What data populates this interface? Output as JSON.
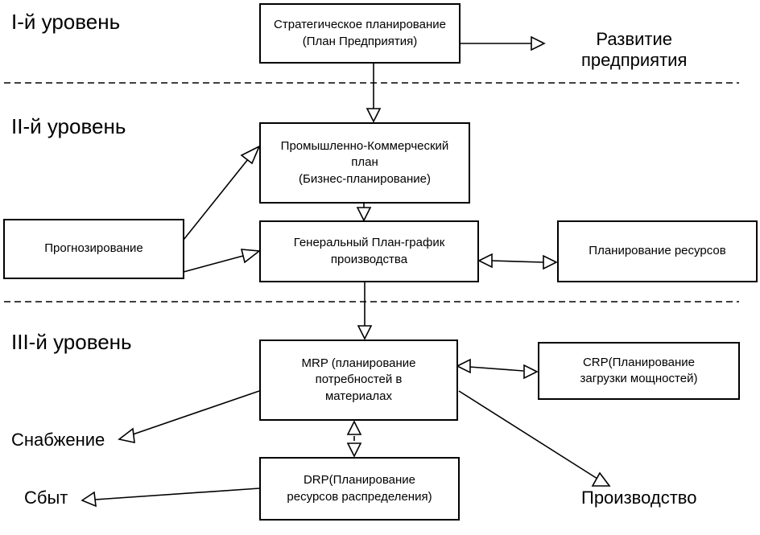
{
  "levels": {
    "level1": "I-й уровень",
    "level2": "II-й уровень",
    "level3": "III-й уровень"
  },
  "boxes": {
    "strategic": "Стратегическое планирование\n(План Предприятия)",
    "commercial": "Промышленно-Коммерческий\nплан\n(Бизнес-планирование)",
    "forecasting": "Прогнозирование",
    "master_schedule": "Генеральный План-график\nпроизводства",
    "resource_planning": "Планирование ресурсов",
    "mrp": "MRP (планирование\nпотребностей в\nматериалах",
    "crp": "CRP(Планирование\nзагрузки мощностей)",
    "drp": "DRP(Планирование\nресурсов распределения)"
  },
  "outputs": {
    "development": "Развитие\nпредприятия",
    "supply": "Снабжение",
    "production": "Производство",
    "sales": "Сбыт"
  }
}
